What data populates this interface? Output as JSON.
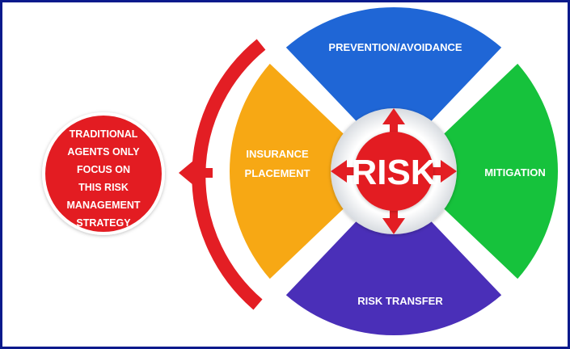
{
  "center": {
    "label": "RISK"
  },
  "segments": {
    "prevention": {
      "label": "PREVENTION/AVOIDANCE"
    },
    "mitigation": {
      "label": "MITIGATION"
    },
    "transfer": {
      "label": "RISK TRANSFER"
    },
    "insurance": {
      "lines": [
        "INSURANCE",
        "PLACEMENT"
      ]
    }
  },
  "callout": {
    "lines": [
      "TRADITIONAL",
      "AGENTS ONLY",
      "FOCUS ON",
      "THIS RISK",
      "MANAGEMENT",
      "STRATEGY"
    ]
  },
  "colors": {
    "prevention": "#1f66d6",
    "mitigation": "#16c23c",
    "transfer": "#4a2fb8",
    "insurance": "#f7a814",
    "accent_red": "#e31e24",
    "frame_border": "#0a1a8c"
  }
}
